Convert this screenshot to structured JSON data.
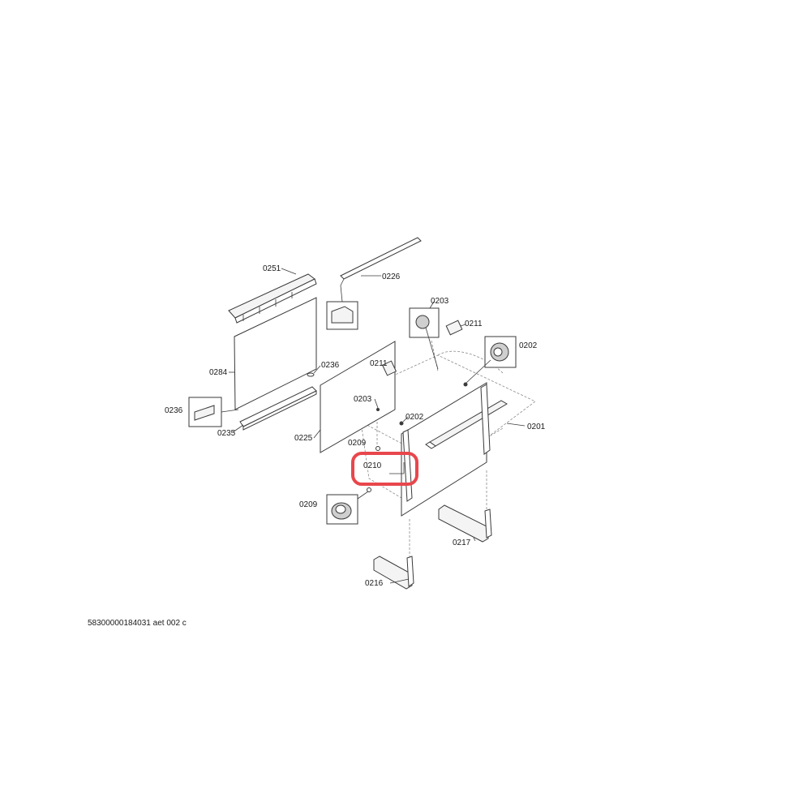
{
  "diagram": {
    "footer": "58300000184031 aet 002 c",
    "highlight_color": "#e8474c",
    "callouts": {
      "c0251": "0251",
      "c0226": "0226",
      "c0203a": "0203",
      "c0211a": "0211",
      "c0202a": "0202",
      "c0284": "0284",
      "c0236a": "0236",
      "c0211b": "0211",
      "c0236b": "0236",
      "c0203b": "0203",
      "c0235": "0235",
      "c0202b": "0202",
      "c0201": "0201",
      "c0225": "0225",
      "c0209a": "0209",
      "c0210": "0210",
      "c0209b": "0209",
      "c0217": "0217",
      "c0216": "0216"
    }
  }
}
